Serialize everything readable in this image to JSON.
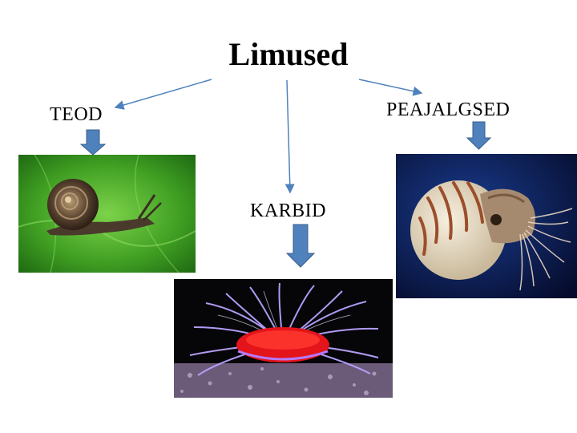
{
  "title": "Limused",
  "categories": {
    "teod": "TEOD",
    "karbid": "KARBID",
    "peajalgsed": "PEAJALGSED"
  },
  "images": [
    {
      "name": "snail-photo",
      "depicts": "snail on green leaf"
    },
    {
      "name": "anemone-photo",
      "depicts": "red sea anemone with purple tentacles"
    },
    {
      "name": "nautilus-photo",
      "depicts": "chambered nautilus"
    }
  ],
  "colors": {
    "arrow_line": "#4f81bd",
    "block_arrow": "#4f81bd",
    "block_arrow_border": "#385d8a"
  }
}
